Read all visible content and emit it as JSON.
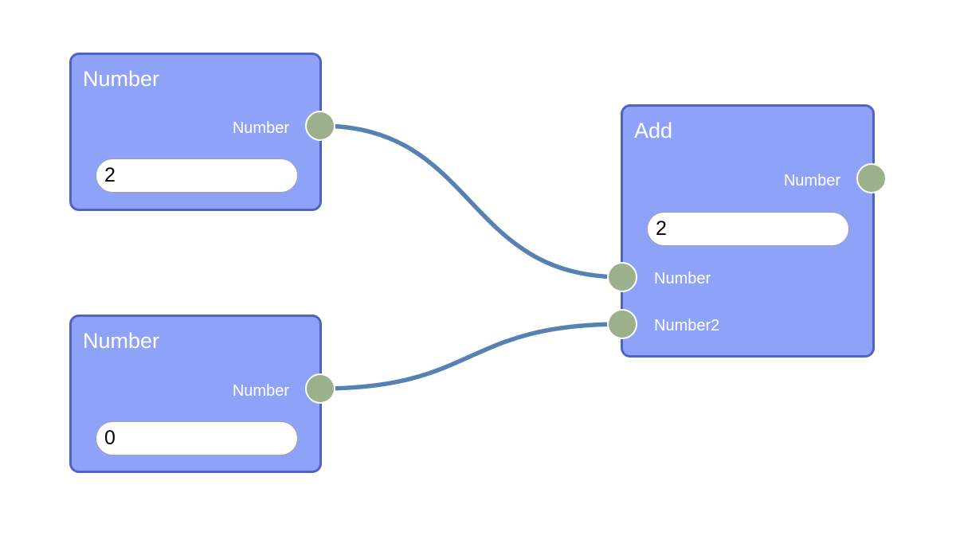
{
  "nodes": [
    {
      "title": "Number",
      "outputs": [
        "Number"
      ],
      "control_value": "2"
    },
    {
      "title": "Number",
      "outputs": [
        "Number"
      ],
      "control_value": "0"
    },
    {
      "title": "Add",
      "outputs": [
        "Number"
      ],
      "control_value": "2",
      "inputs": [
        "Number",
        "Number2"
      ]
    }
  ],
  "colors": {
    "canvas_background": "#ffffff",
    "node_fill": "#8ea3f7",
    "node_border": "#5262c4",
    "socket_fill": "#9db08c",
    "connection": "#5582b3",
    "label_text": "#ffffff"
  },
  "icons": {
    "socket": "circle"
  }
}
